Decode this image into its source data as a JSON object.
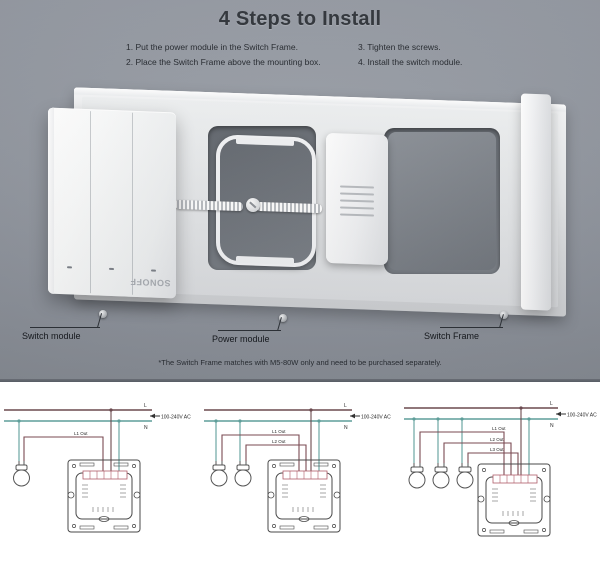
{
  "header": {
    "title": "4 Steps to Install",
    "steps_left": [
      "1. Put the power module in the Switch Frame.",
      "2. Place the Switch Frame above the mounting box."
    ],
    "steps_right": [
      "3. Tighten the screws.",
      "4. Install the switch module."
    ]
  },
  "product": {
    "brand": "SONOFF",
    "callouts": [
      {
        "label": "Switch module"
      },
      {
        "label": "Power module"
      },
      {
        "label": "Switch Frame"
      }
    ],
    "footnote": "*The Switch Frame matches with M5-80W only and need to be purchased separately."
  },
  "colors": {
    "photo_background": "#8f949c",
    "title_text": "#2b2f35",
    "live_wire": "#6b4a4f",
    "neutral_wire": "#5f9e9a",
    "out_wire": "#7a4a52",
    "diagram_line": "#4a4a4a",
    "panel_white": "#ffffff"
  },
  "wiring": {
    "diagrams": [
      {
        "name": "1-gang",
        "supply_live_label": "L",
        "supply_neutral_label": "N",
        "voltage_label": "100-240V AC",
        "out_labels": [
          "L1 Out"
        ],
        "bulb_count": 1
      },
      {
        "name": "2-gang",
        "supply_live_label": "L",
        "supply_neutral_label": "N",
        "voltage_label": "100-240V AC",
        "out_labels": [
          "L1 Out",
          "L2 Out"
        ],
        "bulb_count": 2
      },
      {
        "name": "3-gang",
        "supply_live_label": "L",
        "supply_neutral_label": "N",
        "voltage_label": "100-240V AC",
        "out_labels": [
          "L1 Out",
          "L2 Out",
          "L3 Out"
        ],
        "bulb_count": 3
      }
    ]
  }
}
